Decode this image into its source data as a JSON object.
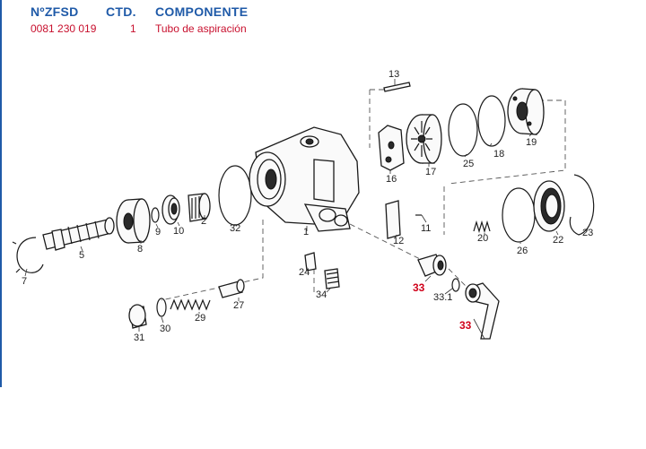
{
  "header": {
    "col_ref": "NºZFSD",
    "col_qty": "CTD.",
    "col_component": "COMPONENTE"
  },
  "row": {
    "ref": "0081 230 019",
    "qty": "1",
    "component": "Tubo de aspiración"
  },
  "callouts": {
    "c1": "1",
    "c2": "2",
    "c5": "5",
    "c7": "7",
    "c8": "8",
    "c9": "9",
    "c10": "10",
    "c11": "11",
    "c12": "12",
    "c13": "13",
    "c16": "16",
    "c17": "17",
    "c18": "18",
    "c19": "19",
    "c20": "20",
    "c22": "22",
    "c23": "23",
    "c24": "24",
    "c25": "25",
    "c26": "26",
    "c27": "27",
    "c29": "29",
    "c30": "30",
    "c31": "31",
    "c32": "32",
    "c33a": "33",
    "c33b": "33",
    "c331": "33.1",
    "c34": "34"
  },
  "highlight_color": "#d0021b",
  "header_color": "#1f5aa8"
}
